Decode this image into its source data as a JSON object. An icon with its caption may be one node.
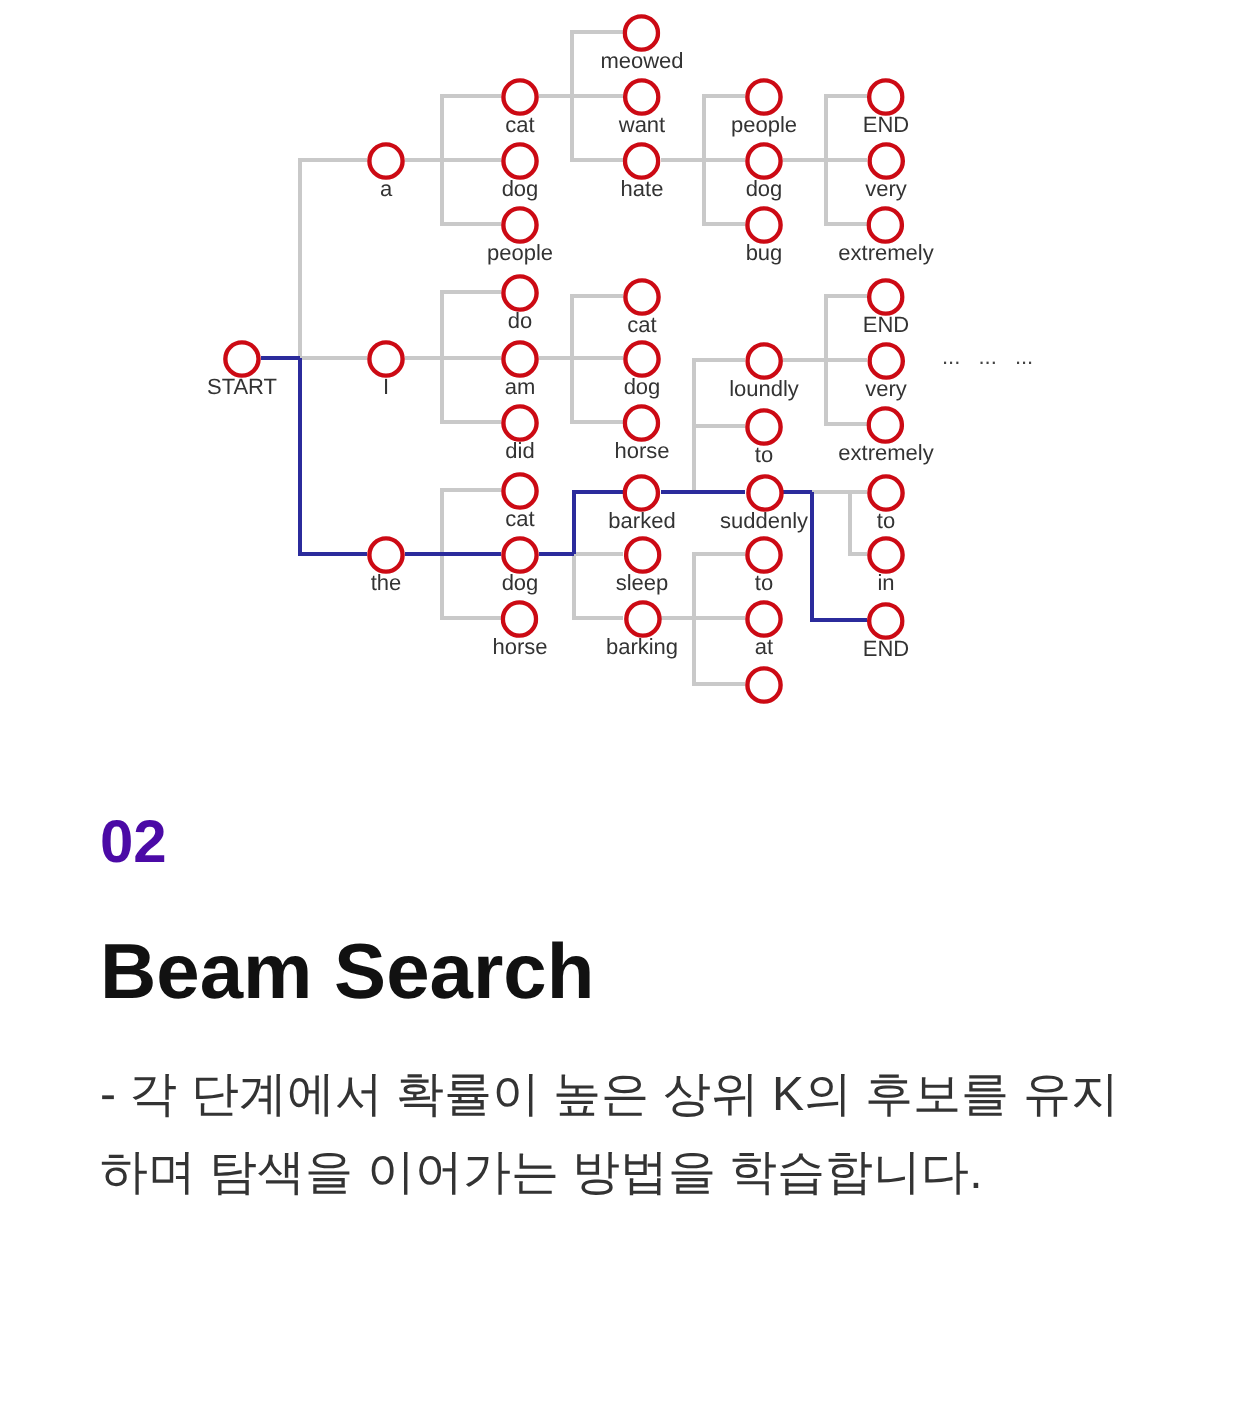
{
  "diagram": {
    "title": "Beam Search",
    "caption": "- 각 단계에서 확률이 높은 상위 K의 후보를 유지하며 탐색을 이어가는 방법을 학습합니다.",
    "nodes": [
      {
        "text": [
          "START"
        ]
      },
      {
        "text": [
          "a"
        ]
      },
      {
        "text": [
          "I"
        ]
      },
      {
        "text": [
          "the"
        ]
      },
      {
        "text": [
          "cat"
        ]
      },
      {
        "text": [
          "dog"
        ]
      },
      {
        "text": [
          "people"
        ]
      },
      {
        "text": [
          "do"
        ]
      },
      {
        "text": [
          "am"
        ]
      },
      {
        "text": [
          "did"
        ]
      },
      {
        "text": [
          "cat"
        ]
      },
      {
        "text": [
          "dog"
        ]
      },
      {
        "text": [
          "horse"
        ]
      },
      {
        "text": [
          "meowed"
        ]
      },
      {
        "text": [
          "want"
        ]
      },
      {
        "text": [
          "hate"
        ]
      },
      {
        "text": [
          "cat"
        ]
      },
      {
        "text": [
          "dog"
        ]
      },
      {
        "text": [
          "horse"
        ]
      },
      {
        "text": [
          "barked"
        ]
      },
      {
        "text": [
          "sleep"
        ]
      },
      {
        "text": [
          "barking"
        ]
      },
      {
        "text": [
          "people"
        ]
      },
      {
        "text": [
          "dog"
        ]
      },
      {
        "text": [
          "bug"
        ]
      },
      {
        "text": [
          "loundly"
        ]
      },
      {
        "text": [
          "to"
        ]
      },
      {
        "text": [
          "suddenly"
        ]
      },
      {
        "text": [
          "to"
        ]
      },
      {
        "text": [
          "at"
        ]
      },
      {
        "text": [],
        "shape": "circle"
      },
      {
        "text": [
          "END"
        ]
      },
      {
        "text": [
          "very"
        ]
      },
      {
        "text": [
          "extremely"
        ]
      },
      {
        "text": [
          "END"
        ]
      },
      {
        "text": [
          "very"
        ]
      },
      {
        "text": [
          "extremely"
        ]
      },
      {
        "text": [
          "to"
        ]
      },
      {
        "text": [
          "in"
        ]
      },
      {
        "text": [
          "END"
        ]
      }
    ],
    "edges": [
      {
        "from": 0,
        "to": 1,
        "arrow": "none"
      },
      {
        "from": 0,
        "to": 2,
        "arrow": "none"
      },
      {
        "from": 0,
        "to": 3,
        "arrow": "none",
        "color": "#2b2b9c"
      },
      {
        "from": 1,
        "to": 4,
        "arrow": "none"
      },
      {
        "from": 1,
        "to": 5,
        "arrow": "none"
      },
      {
        "from": 1,
        "to": 6,
        "arrow": "none"
      },
      {
        "from": 2,
        "to": 7,
        "arrow": "none"
      },
      {
        "from": 2,
        "to": 8,
        "arrow": "none"
      },
      {
        "from": 2,
        "to": 9,
        "arrow": "none"
      },
      {
        "from": 3,
        "to": 10,
        "arrow": "none"
      },
      {
        "from": 3,
        "to": 11,
        "arrow": "none",
        "color": "#2b2b9c"
      },
      {
        "from": 3,
        "to": 12,
        "arrow": "none"
      },
      {
        "from": 4,
        "to": 13,
        "arrow": "none"
      },
      {
        "from": 4,
        "to": 14,
        "arrow": "none"
      },
      {
        "from": 4,
        "to": 15,
        "arrow": "none"
      },
      {
        "from": 8,
        "to": 16,
        "arrow": "none"
      },
      {
        "from": 8,
        "to": 17,
        "arrow": "none"
      },
      {
        "from": 8,
        "to": 18,
        "arrow": "none"
      },
      {
        "from": 11,
        "to": 19,
        "arrow": "none",
        "color": "#2b2b9c"
      },
      {
        "from": 11,
        "to": 20,
        "arrow": "none"
      },
      {
        "from": 11,
        "to": 21,
        "arrow": "none"
      },
      {
        "from": 15,
        "to": 22,
        "arrow": "none"
      },
      {
        "from": 15,
        "to": 23,
        "arrow": "none"
      },
      {
        "from": 15,
        "to": 24,
        "arrow": "none"
      },
      {
        "from": 19,
        "to": 25,
        "arrow": "none"
      },
      {
        "from": 19,
        "to": 26,
        "arrow": "none"
      },
      {
        "from": 19,
        "to": 27,
        "arrow": "none",
        "color": "#2b2b9c"
      },
      {
        "from": 21,
        "to": 28,
        "arrow": "none"
      },
      {
        "from": 21,
        "to": 29,
        "arrow": "none"
      },
      {
        "from": 21,
        "to": 30,
        "arrow": "none"
      },
      {
        "from": 23,
        "to": 31,
        "arrow": "none"
      },
      {
        "from": 23,
        "to": 32,
        "arrow": "none"
      },
      {
        "from": 23,
        "to": 33,
        "arrow": "none"
      },
      {
        "from": 25,
        "to": 34,
        "arrow": "none"
      },
      {
        "from": 25,
        "to": 35,
        "arrow": "none"
      },
      {
        "from": 25,
        "to": 36,
        "arrow": "none"
      },
      {
        "from": 27,
        "to": 37,
        "arrow": "none"
      },
      {
        "from": 27,
        "to": 38,
        "arrow": "none"
      },
      {
        "from": 27,
        "to": 39,
        "arrow": "none",
        "color": "#2b2b9c"
      }
    ],
    "labels": [
      "... ... ...",
      "02"
    ]
  }
}
